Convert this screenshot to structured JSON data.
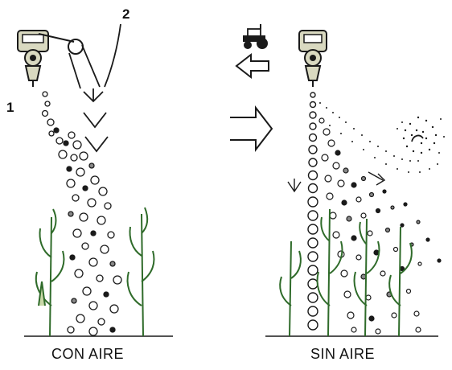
{
  "panels": {
    "left": {
      "caption": "CON AIRE"
    },
    "right": {
      "caption": "SIN AIRE"
    }
  },
  "markers": {
    "one": "1",
    "two": "2"
  },
  "icons": [
    "sprayer-nozzle-icon",
    "fan-air-duct-icon",
    "air-flow-arrow-icon",
    "tractor-icon",
    "direction-arrow-icon",
    "corn-plant-icon",
    "wind-swirl-icon"
  ],
  "colors": {
    "ink": "#1a1a1a",
    "plant": "#2f6b2a",
    "nozzle_fill": "#d9d9c0"
  }
}
